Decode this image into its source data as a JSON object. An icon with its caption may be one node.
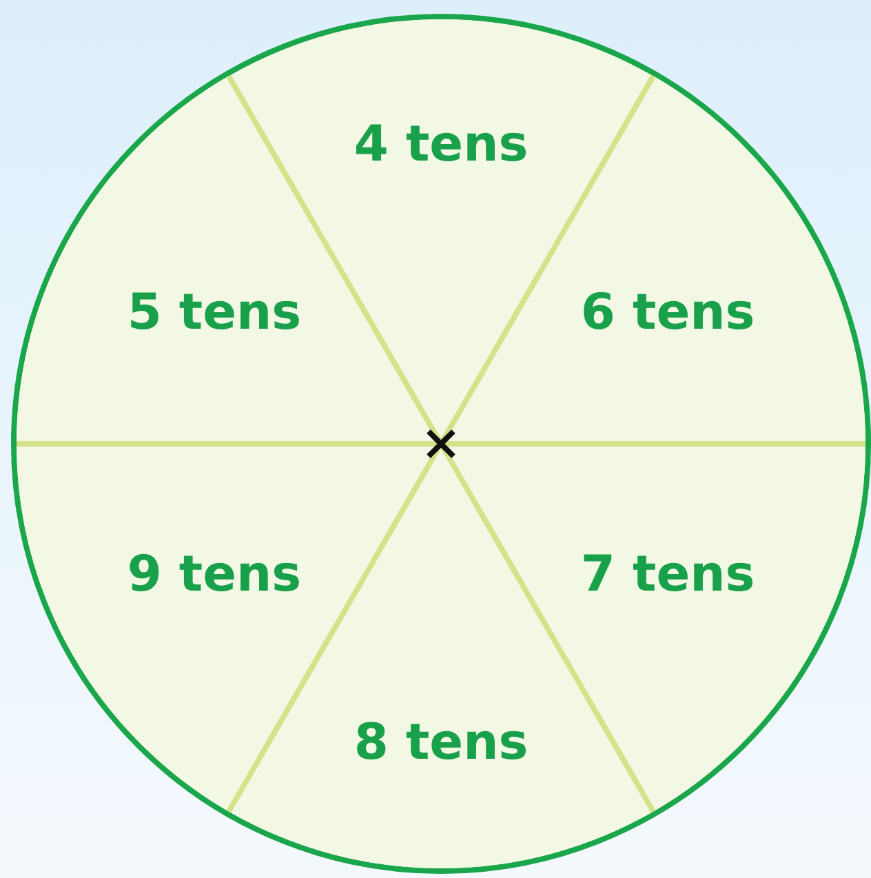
{
  "diagram": {
    "nodes": [
      {
        "text": [],
        "shape": "circle"
      },
      {
        "text": [
          "4 tens"
        ],
        "in": 0
      },
      {
        "text": [
          "5 tens"
        ],
        "in": 0
      },
      {
        "text": [
          "6 tens"
        ],
        "in": 0
      },
      {
        "text": [
          "9 tens"
        ],
        "in": 0
      },
      {
        "text": [
          "7 tens"
        ],
        "in": 0
      },
      {
        "text": [
          "8 tens"
        ],
        "in": 0
      }
    ]
  }
}
